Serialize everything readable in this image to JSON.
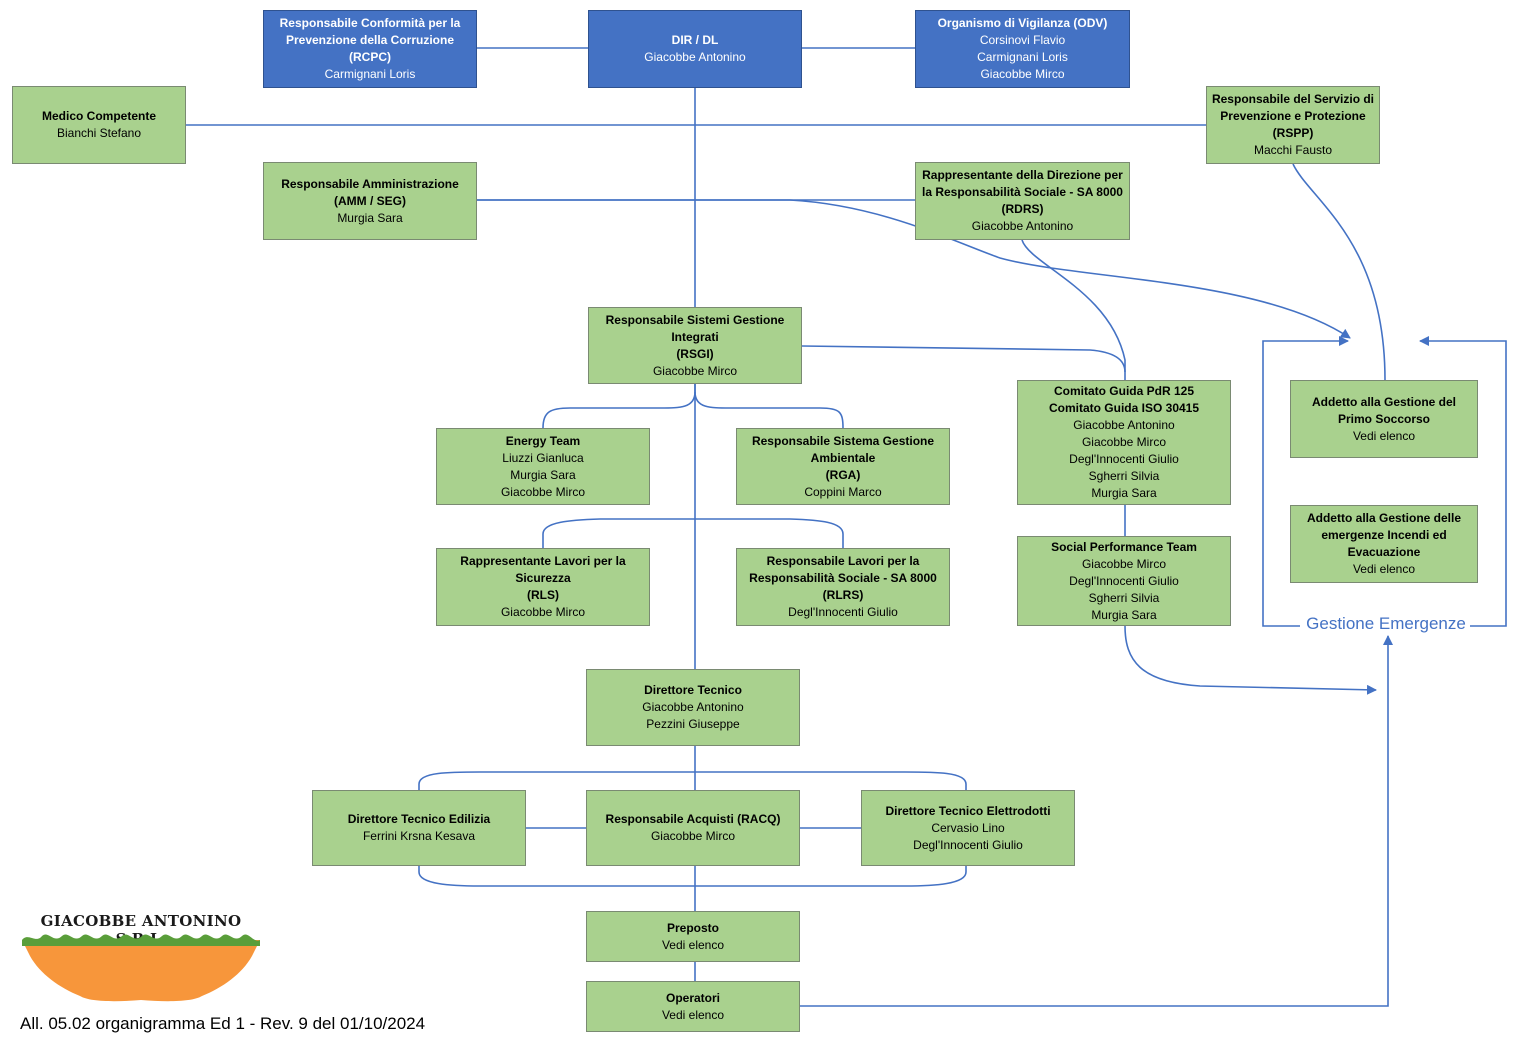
{
  "colors": {
    "node_green": "#a9d18e",
    "node_blue": "#4472c4",
    "connector": "#4472c4",
    "logo_orange": "#f7963b",
    "logo_green": "#5a9e3a"
  },
  "nodes": {
    "rcpc": {
      "title": "Responsabile Conformità per la\nPrevenzione della Corruzione\n(RCPC)",
      "lines": "Carmignani Loris"
    },
    "dir": {
      "title": "DIR / DL",
      "lines": "Giacobbe Antonino"
    },
    "odv": {
      "title": "Organismo di Vigilanza (ODV)",
      "lines": "Corsinovi Flavio\nCarmignani Loris\nGiacobbe Mirco"
    },
    "medico": {
      "title": "Medico Competente",
      "lines": "Bianchi Stefano"
    },
    "rspp": {
      "title": "Responsabile del Servizio di\nPrevenzione e Protezione\n(RSPP)",
      "lines": "Macchi Fausto"
    },
    "amm": {
      "title": "Responsabile Amministrazione\n(AMM / SEG)",
      "lines": "Murgia Sara"
    },
    "rdrs": {
      "title": "Rappresentante della Direzione per\nla Responsabilità Sociale - SA 8000\n(RDRS)",
      "lines": "Giacobbe Antonino"
    },
    "rsgi": {
      "title": "Responsabile Sistemi Gestione\nIntegrati\n(RSGI)",
      "lines": "Giacobbe Mirco"
    },
    "energy": {
      "title": "Energy Team",
      "lines": "Liuzzi Gianluca\nMurgia Sara\nGiacobbe Mirco"
    },
    "rga": {
      "title": "Responsabile Sistema Gestione\nAmbientale\n(RGA)",
      "lines": "Coppini Marco"
    },
    "comitato": {
      "title": "Comitato Guida PdR 125\nComitato Guida ISO 30415",
      "lines": "Giacobbe Antonino\nGiacobbe Mirco\nDegl'Innocenti Giulio\nSgherri Silvia\nMurgia Sara"
    },
    "primo": {
      "title": "Addetto alla Gestione del\nPrimo Soccorso",
      "lines": "Vedi elenco"
    },
    "incendi": {
      "title": "Addetto alla Gestione delle\nemergenze Incendi ed\nEvacuazione",
      "lines": "Vedi elenco"
    },
    "rls": {
      "title": "Rappresentante Lavori per la\nSicurezza\n(RLS)",
      "lines": "Giacobbe Mirco"
    },
    "rlrs": {
      "title": "Responsabile Lavori per la\nResponsabilità Sociale - SA 8000\n(RLRS)",
      "lines": "Degl'Innocenti Giulio"
    },
    "social": {
      "title": "Social Performance Team",
      "lines": "Giacobbe Mirco\nDegl'Innocenti Giulio\nSgherri Silvia\nMurgia Sara"
    },
    "dirtec": {
      "title": "Direttore Tecnico",
      "lines": "Giacobbe Antonino\nPezzini Giuseppe"
    },
    "edilizia": {
      "title": "Direttore Tecnico Edilizia",
      "lines": "Ferrini Krsna Kesava"
    },
    "racq": {
      "title": "Responsabile Acquisti (RACQ)",
      "lines": "Giacobbe Mirco"
    },
    "elettrodotti": {
      "title": "Direttore Tecnico Elettrodotti",
      "lines": "Cervasio Lino\nDegl'Innocenti Giulio"
    },
    "preposto": {
      "title": "Preposto",
      "lines": "Vedi elenco"
    },
    "operatori": {
      "title": "Operatori",
      "lines": "Vedi elenco"
    }
  },
  "emergency_label": "Gestione Emergenze",
  "logo": {
    "name": "GIACOBBE ANTONINO S.R.L."
  },
  "footer": {
    "text": "All. 05.02 organigramma Ed 1 - Rev. 9 del 01/10/2024"
  }
}
